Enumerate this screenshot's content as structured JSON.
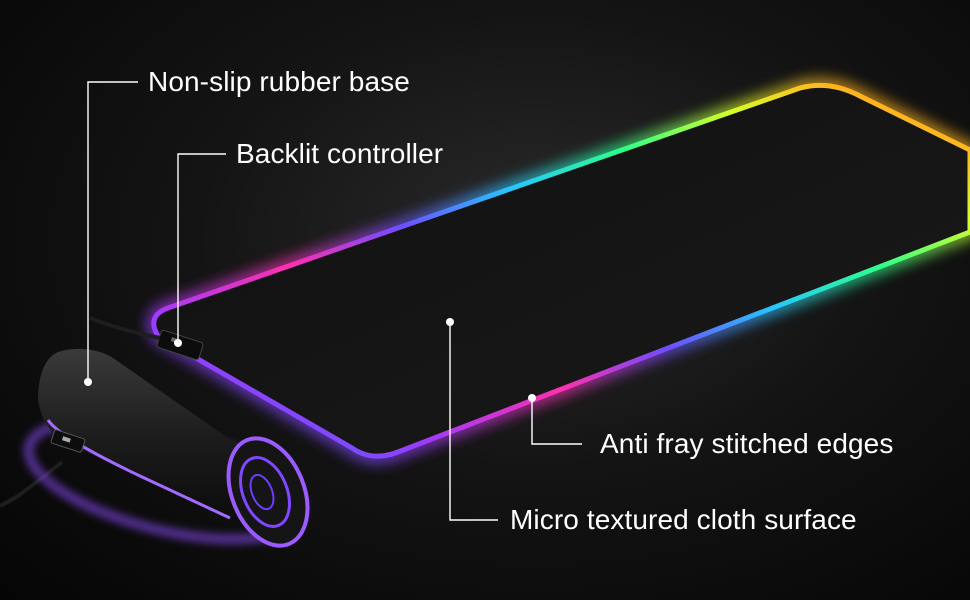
{
  "callouts": {
    "base": "Non-slip rubber base",
    "controller": "Backlit controller",
    "edges": "Anti fray stitched edges",
    "surface": "Micro textured cloth surface"
  }
}
